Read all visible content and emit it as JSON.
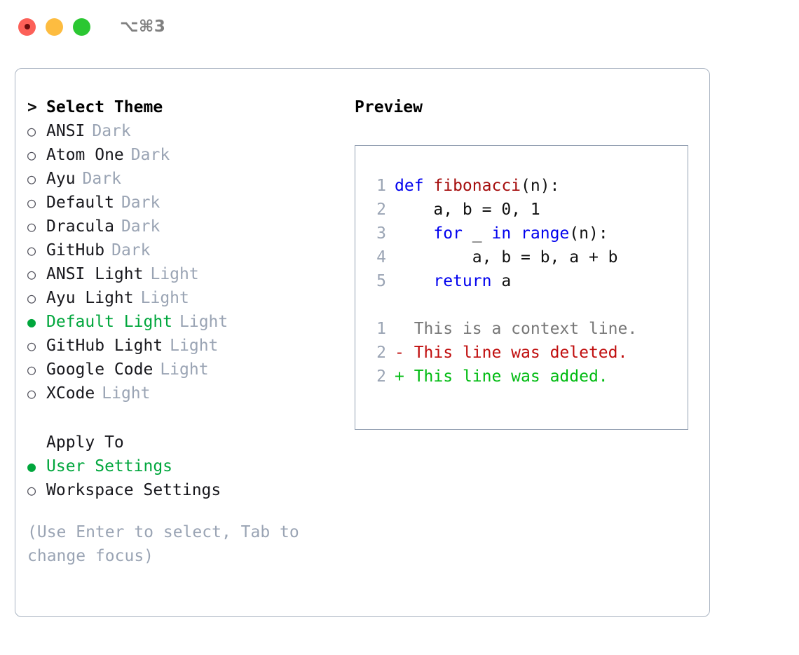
{
  "titlebar": {
    "lights": [
      "close-red",
      "minimize-yellow",
      "maximize-green"
    ],
    "shortcut": "⌥⌘3"
  },
  "theme_picker": {
    "caret": ">",
    "heading": "Select Theme",
    "bullet_unselected": "○",
    "bullet_selected": "●",
    "accent_color": "#00a63c",
    "items": [
      {
        "name": "ANSI",
        "tag": "Dark",
        "selected": false
      },
      {
        "name": "Atom One",
        "tag": "Dark",
        "selected": false
      },
      {
        "name": "Ayu",
        "tag": "Dark",
        "selected": false
      },
      {
        "name": "Default",
        "tag": "Dark",
        "selected": false
      },
      {
        "name": "Dracula",
        "tag": "Dark",
        "selected": false
      },
      {
        "name": "GitHub",
        "tag": "Dark",
        "selected": false
      },
      {
        "name": "ANSI Light",
        "tag": "Light",
        "selected": false
      },
      {
        "name": "Ayu Light",
        "tag": "Light",
        "selected": false
      },
      {
        "name": "Default Light",
        "tag": "Light",
        "selected": true
      },
      {
        "name": "GitHub Light",
        "tag": "Light",
        "selected": false
      },
      {
        "name": "Google Code",
        "tag": "Light",
        "selected": false
      },
      {
        "name": "XCode",
        "tag": "Light",
        "selected": false
      }
    ]
  },
  "apply_to": {
    "heading": "Apply To",
    "options": [
      {
        "label": "User Settings",
        "selected": true
      },
      {
        "label": "Workspace Settings",
        "selected": false
      }
    ]
  },
  "hint": "(Use Enter to select, Tab to change focus)",
  "preview": {
    "title": "Preview",
    "code": [
      {
        "num": "1",
        "segments": [
          {
            "text": "def ",
            "style": "kw"
          },
          {
            "text": "fibonacci",
            "style": "fn"
          },
          {
            "text": "(n):",
            "style": "plain"
          }
        ]
      },
      {
        "num": "2",
        "segments": [
          {
            "text": "    a, b = 0, 1",
            "style": "plain"
          }
        ]
      },
      {
        "num": "3",
        "segments": [
          {
            "text": "    ",
            "style": "plain"
          },
          {
            "text": "for",
            "style": "kw"
          },
          {
            "text": " _ ",
            "style": "plain"
          },
          {
            "text": "in",
            "style": "kw"
          },
          {
            "text": " ",
            "style": "plain"
          },
          {
            "text": "range",
            "style": "kw"
          },
          {
            "text": "(n):",
            "style": "plain"
          }
        ]
      },
      {
        "num": "4",
        "segments": [
          {
            "text": "        a, b = b, a + b",
            "style": "plain"
          }
        ]
      },
      {
        "num": "5",
        "segments": [
          {
            "text": "    ",
            "style": "plain"
          },
          {
            "text": "return",
            "style": "kw"
          },
          {
            "text": " a",
            "style": "plain"
          }
        ]
      }
    ],
    "diff": [
      {
        "num": "1",
        "marker": "  ",
        "text": "This is a context line.",
        "style": "ctx"
      },
      {
        "num": "2",
        "marker": "- ",
        "text": "This line was deleted.",
        "style": "del"
      },
      {
        "num": "2",
        "marker": "+ ",
        "text": "This line was added.",
        "style": "add"
      }
    ]
  }
}
